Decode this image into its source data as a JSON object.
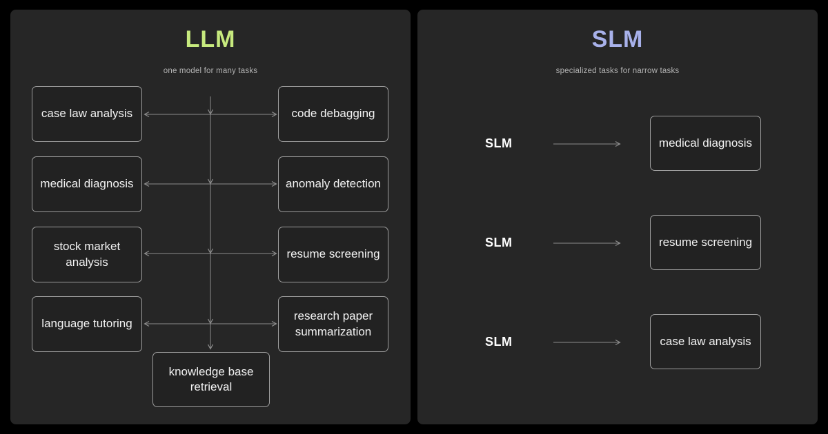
{
  "page": {
    "background_color": "#000000",
    "panel_color": "#262626",
    "line_color": "#8c8c8c",
    "box_border_color": "#9e9e9e",
    "box_text_color": "#f2f2f2"
  },
  "llm_panel": {
    "title": "LLM",
    "title_color": "#c7ea7e",
    "subtitle": "one model for many tasks",
    "left_tasks": [
      "case law analysis",
      "medical diagnosis",
      "stock market analysis",
      "language tutoring"
    ],
    "right_tasks": [
      "code debagging",
      "anomaly detection",
      "resume screening",
      "research paper summarization"
    ],
    "bottom_task": "knowledge base retrieval"
  },
  "slm_panel": {
    "title": "SLM",
    "title_color": "#a8b1ea",
    "subtitle": "specialized tasks for narrow tasks",
    "rows": [
      {
        "label": "SLM",
        "task": "medical diagnosis"
      },
      {
        "label": "SLM",
        "task": "resume screening"
      },
      {
        "label": "SLM",
        "task": "case law analysis"
      }
    ]
  }
}
